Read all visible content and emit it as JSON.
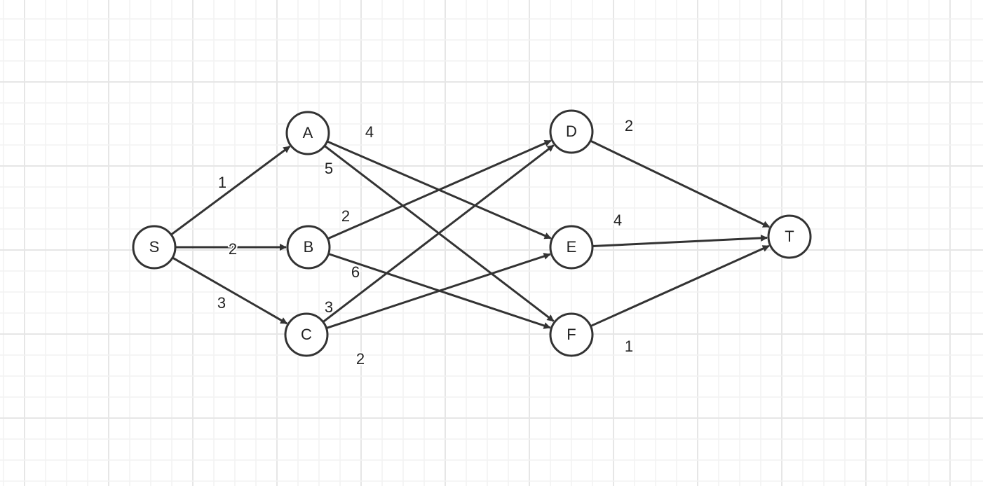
{
  "graph": {
    "nodes": [
      "S",
      "A",
      "B",
      "C",
      "D",
      "E",
      "F",
      "T"
    ],
    "edges": [
      {
        "from": "S",
        "to": "A",
        "weight": "1"
      },
      {
        "from": "S",
        "to": "B",
        "weight": "2"
      },
      {
        "from": "S",
        "to": "C",
        "weight": "3"
      },
      {
        "from": "A",
        "to": "E",
        "weight": "4"
      },
      {
        "from": "A",
        "to": "F",
        "weight": "5"
      },
      {
        "from": "B",
        "to": "D",
        "weight": "2"
      },
      {
        "from": "B",
        "to": "F",
        "weight": "6"
      },
      {
        "from": "C",
        "to": "D",
        "weight": "3"
      },
      {
        "from": "C",
        "to": "E",
        "weight": "2"
      },
      {
        "from": "D",
        "to": "T",
        "weight": "2"
      },
      {
        "from": "E",
        "to": "T",
        "weight": "4"
      },
      {
        "from": "F",
        "to": "T",
        "weight": "1"
      }
    ],
    "colors": {
      "stroke": "#333333",
      "grid_minor": "#f2f2f2",
      "grid_major": "#e6e6e6"
    }
  }
}
